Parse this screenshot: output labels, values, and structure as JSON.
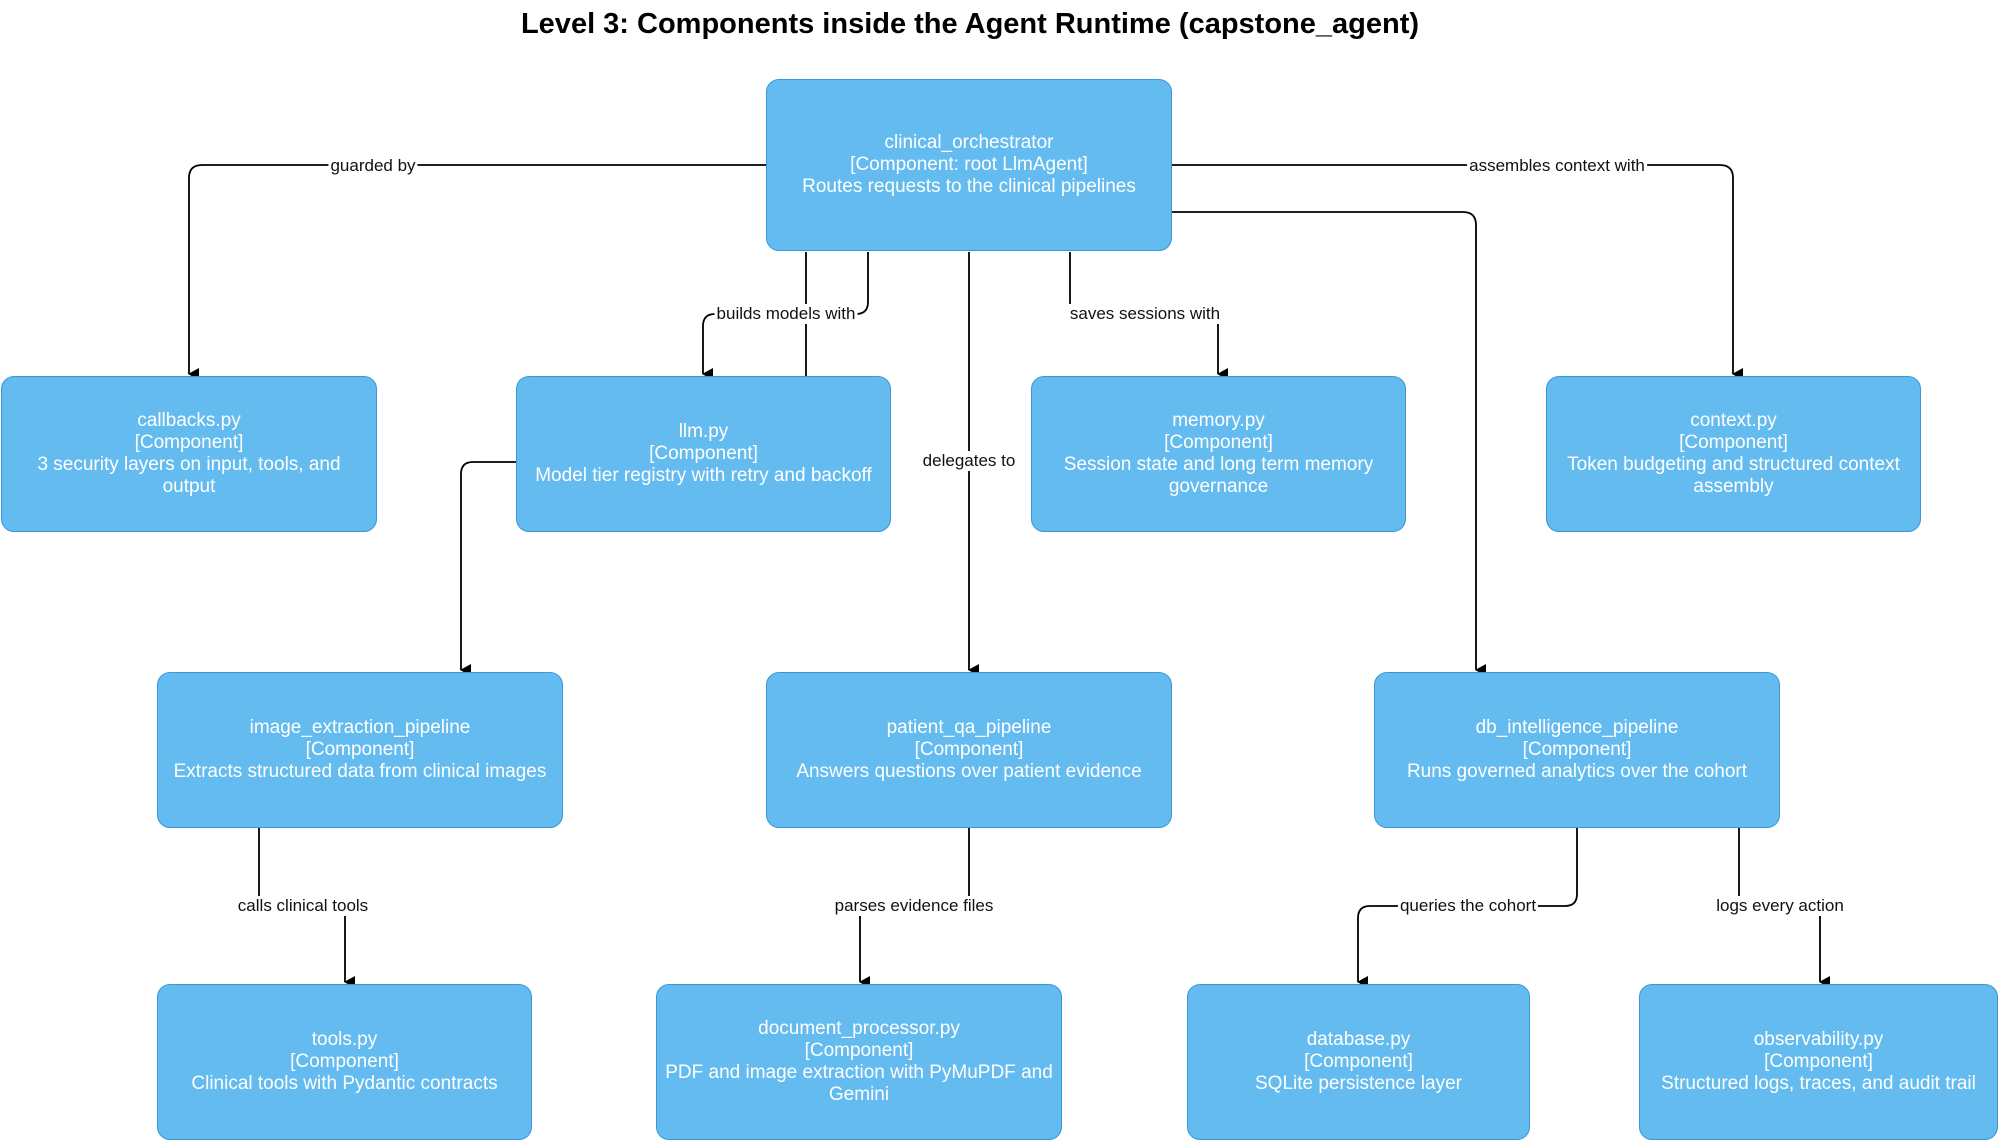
{
  "title": "Level 3: Components inside the Agent Runtime (capstone_agent)",
  "colors": {
    "box_fill": "#64bbf0",
    "box_border": "#3a98d8",
    "box_text": "#ffffff",
    "edge": "#000000"
  },
  "nodes": {
    "orchestrator": {
      "name": "clinical_orchestrator",
      "type": "[Component: root LlmAgent]",
      "desc": "Routes requests to the clinical pipelines"
    },
    "callbacks": {
      "name": "callbacks.py",
      "type": "[Component]",
      "desc": "3 security layers on input, tools, and output"
    },
    "llm": {
      "name": "llm.py",
      "type": "[Component]",
      "desc": "Model tier registry with retry and backoff"
    },
    "memory": {
      "name": "memory.py",
      "type": "[Component]",
      "desc": "Session state and long term memory governance"
    },
    "context": {
      "name": "context.py",
      "type": "[Component]",
      "desc": "Token budgeting and structured context assembly"
    },
    "image_pipeline": {
      "name": "image_extraction_pipeline",
      "type": "[Component]",
      "desc": "Extracts structured data from clinical images"
    },
    "qa_pipeline": {
      "name": "patient_qa_pipeline",
      "type": "[Component]",
      "desc": "Answers questions over patient evidence"
    },
    "db_pipeline": {
      "name": "db_intelligence_pipeline",
      "type": "[Component]",
      "desc": "Runs governed analytics over the cohort"
    },
    "tools": {
      "name": "tools.py",
      "type": "[Component]",
      "desc": "Clinical tools with Pydantic contracts"
    },
    "docproc": {
      "name": "document_processor.py",
      "type": "[Component]",
      "desc": "PDF and image extraction with PyMuPDF and Gemini"
    },
    "database": {
      "name": "database.py",
      "type": "[Component]",
      "desc": "SQLite persistence layer"
    },
    "observability": {
      "name": "observability.py",
      "type": "[Component]",
      "desc": "Structured logs, traces, and audit trail"
    }
  },
  "edges": {
    "guarded_by": "guarded by",
    "builds_models_with": "builds models with",
    "delegates_to": "delegates to",
    "saves_sessions_with": "saves sessions with",
    "assembles_context_with": "assembles context with",
    "calls_clinical_tools": "calls clinical tools",
    "parses_evidence_files": "parses evidence files",
    "queries_the_cohort": "queries the cohort",
    "logs_every_action": "logs every action"
  }
}
